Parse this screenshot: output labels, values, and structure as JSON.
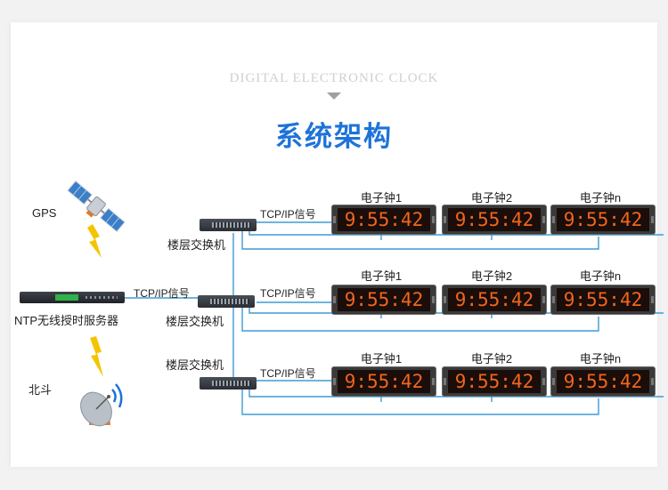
{
  "header": {
    "subtitle": "DIGITAL ELECTRONIC CLOCK",
    "title": "系统架构"
  },
  "sources": {
    "gps": "GPS",
    "beidou": "北斗"
  },
  "server": {
    "label": "NTP无线授时服务器",
    "signal": "TCP/IP信号"
  },
  "colors": {
    "title": "#1e73d8",
    "wire": "#3d9bd6",
    "digits": "#f0661c",
    "lightning": "#f5c400"
  },
  "rows": [
    {
      "switch_label": "楼层交换机",
      "signal": "TCP/IP信号",
      "clocks": [
        {
          "name": "电子钟1",
          "time": "9:55:42"
        },
        {
          "name": "电子钟2",
          "time": "9:55:42"
        },
        {
          "name": "电子钟n",
          "time": "9:55:42"
        }
      ]
    },
    {
      "switch_label": "楼层交换机",
      "signal": "TCP/IP信号",
      "clocks": [
        {
          "name": "电子钟1",
          "time": "9:55:42"
        },
        {
          "name": "电子钟2",
          "time": "9:55:42"
        },
        {
          "name": "电子钟n",
          "time": "9:55:42"
        }
      ]
    },
    {
      "switch_label": "楼层交换机",
      "signal": "TCP/IP信号",
      "clocks": [
        {
          "name": "电子钟1",
          "time": "9:55:42"
        },
        {
          "name": "电子钟2",
          "time": "9:55:42"
        },
        {
          "name": "电子钟n",
          "time": "9:55:42"
        }
      ]
    }
  ]
}
